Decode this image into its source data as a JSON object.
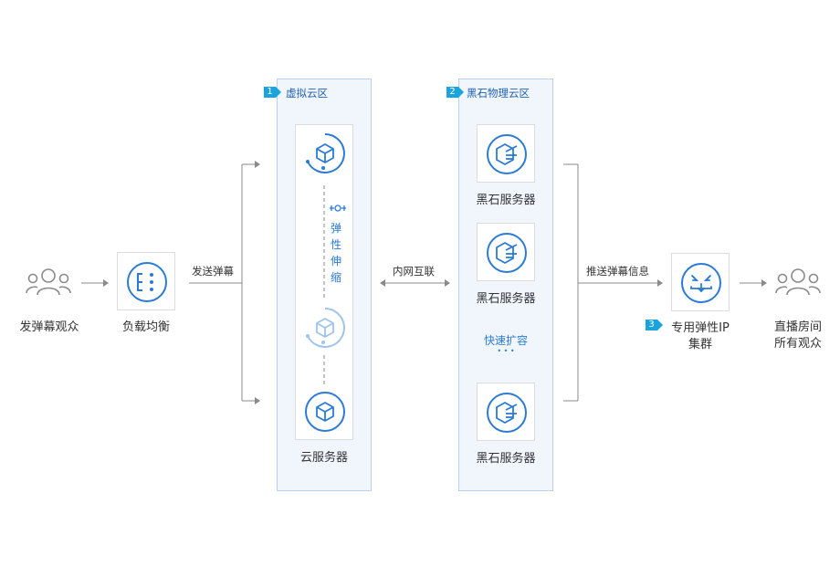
{
  "audience_left": {
    "label": "发弹幕观众",
    "icon": "users-icon"
  },
  "load_balancer": {
    "label": "负载均衡",
    "icon": "load-balancer-icon"
  },
  "send_danmaku": "发送弹幕",
  "virtual_zone": {
    "badge": "1",
    "title": "虚拟云区",
    "elastic_label": [
      "弹",
      "性",
      "伸",
      "缩"
    ],
    "server_label": "云服务器"
  },
  "intranet_label": "内网互联",
  "blackstone_zone": {
    "badge": "2",
    "title": "黑石物理云区",
    "servers": [
      "黑石服务器",
      "黑石服务器",
      "黑石服务器"
    ],
    "expand_label": "快速扩容",
    "ellipsis": "• • •"
  },
  "push_label": "推送弹幕信息",
  "eip_cluster": {
    "badge": "3",
    "line1": "专用弹性IP",
    "line2": "集群",
    "icon": "eip-cluster-icon"
  },
  "audience_right": {
    "line1": "直播房间",
    "line2": "所有观众",
    "icon": "users-icon"
  },
  "colors": {
    "accent": "#2b7bd6",
    "badge": "#1aa3dd",
    "zone_bg": "#f1f6fd",
    "zone_border": "#b9d1ee",
    "line": "#888888"
  }
}
